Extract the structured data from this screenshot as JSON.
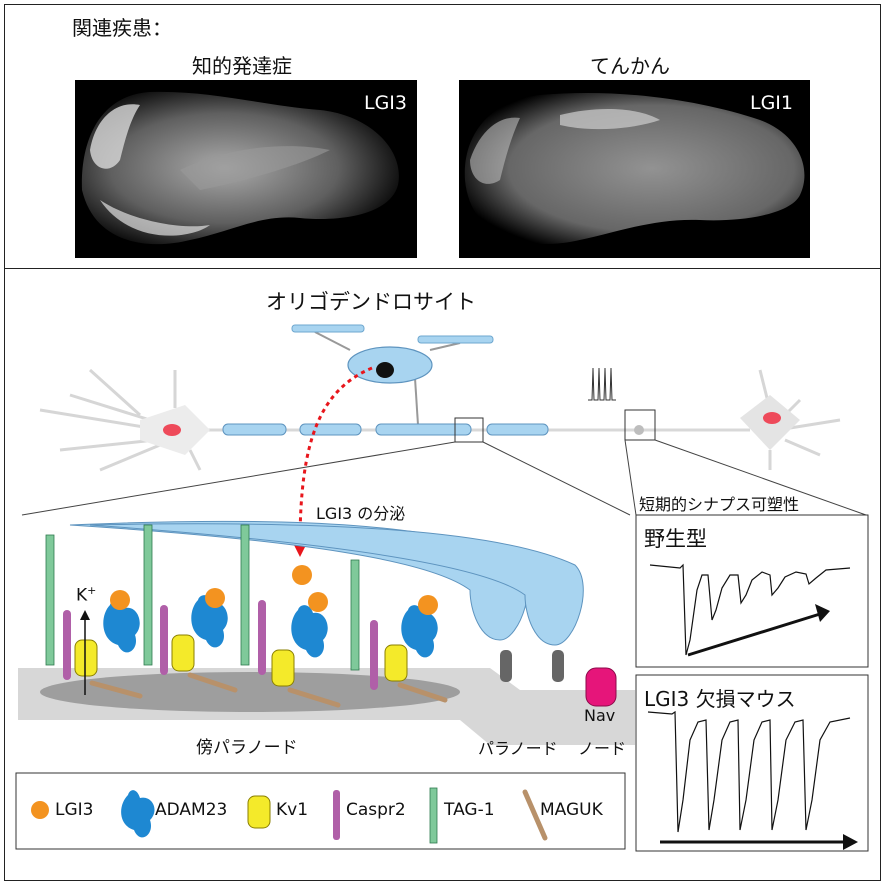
{
  "top": {
    "heading": "関連疾患：",
    "left_label": "知的発達症",
    "right_label": "てんかん",
    "left_image_tag": "LGI3",
    "right_image_tag": "LGI1"
  },
  "diagram": {
    "oligodendrocyte_label": "オリゴデンドロサイト",
    "secretion_label": "LGI3 の分泌",
    "juxtaparanode_label": "傍パラノード",
    "paranode_label": "パラノード",
    "node_label": "ノード",
    "k_ion": "K",
    "k_charge": "+",
    "nav_label": "Nav",
    "plasticity_title": "短期的シナプス可塑性",
    "wild_type_label": "野生型",
    "knockout_label": "LGI3 欠損マウス"
  },
  "legend": {
    "items": [
      {
        "label": "LGI3",
        "icon": "lgi3-icon",
        "color": "#f39320"
      },
      {
        "label": "ADAM23",
        "icon": "adam23-icon",
        "color": "#1e88d2"
      },
      {
        "label": "Kv1",
        "icon": "kv1-icon",
        "color": "#f4ea2a"
      },
      {
        "label": "Caspr2",
        "icon": "caspr2-icon",
        "color": "#b05fa8"
      },
      {
        "label": "TAG-1",
        "icon": "tag1-icon",
        "color": "#7fc99a"
      },
      {
        "label": "MAGUK",
        "icon": "maguk-icon",
        "color": "#b8916a"
      }
    ]
  },
  "colors": {
    "myelin": "#a8d4f0",
    "soma_nucleus": "#ee4a5a",
    "arrow_red": "#e8161c",
    "nav": "#e6157a"
  }
}
